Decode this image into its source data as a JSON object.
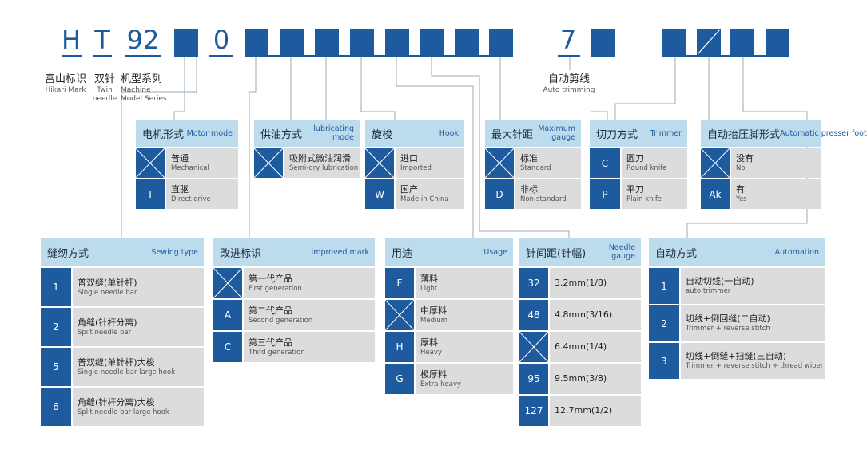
{
  "model_code": {
    "h": "H",
    "t": "T",
    "n92": "92",
    "zero": "0",
    "seven": "7"
  },
  "top_labels": {
    "brand": {
      "zh": "富山标识",
      "en": "Hikari Mark"
    },
    "twin": {
      "zh": "双针",
      "en1": "Twin",
      "en2": "needle"
    },
    "series": {
      "zh": "机型系列",
      "en1": "Machine",
      "en2": "Model Series"
    },
    "auto_trim": {
      "zh": "自动剪线",
      "en": "Auto trimming"
    }
  },
  "boxes": {
    "motor": {
      "zh": "电机形式",
      "en": "Motor mode",
      "rows": [
        {
          "code": "",
          "zh": "普通",
          "en": "Mechanical"
        },
        {
          "code": "T",
          "zh": "直驱",
          "en": "Direct drive"
        }
      ]
    },
    "lube": {
      "zh": "供油方式",
      "en": "lubricating mode",
      "rows": [
        {
          "code": "",
          "zh": "吸附式微油润滑",
          "en": "Semi-dry lubrication"
        }
      ]
    },
    "hook": {
      "zh": "旋梭",
      "en": "Hook",
      "rows": [
        {
          "code": "",
          "zh": "进口",
          "en": "Imported"
        },
        {
          "code": "W",
          "zh": "国产",
          "en": "Made in China"
        }
      ]
    },
    "gauge_max": {
      "zh": "最大针距",
      "en": "Maximum gauge",
      "rows": [
        {
          "code": "",
          "zh": "标准",
          "en": "Standard"
        },
        {
          "code": "D",
          "zh": "非标",
          "en": "Non-standard"
        }
      ]
    },
    "trimmer": {
      "zh": "切刀方式",
      "en": "Trimmer",
      "rows": [
        {
          "code": "C",
          "zh": "圆刀",
          "en": "Round knife"
        },
        {
          "code": "P",
          "zh": "平刀",
          "en": "Plain knife"
        }
      ]
    },
    "lifter": {
      "zh": "自动抬压脚形式",
      "en": "Automatic presser foot lifter",
      "rows": [
        {
          "code": "",
          "zh": "没有",
          "en": "No"
        },
        {
          "code": "Ak",
          "zh": "有",
          "en": "Yes"
        }
      ]
    },
    "sewing": {
      "zh": "缝纫方式",
      "en": "Sewing type",
      "rows": [
        {
          "code": "1",
          "zh": "普双缝(单针杆)",
          "en": "Single needle bar"
        },
        {
          "code": "2",
          "zh": "角缝(针杆分离)",
          "en": "Spilt needle bar"
        },
        {
          "code": "5",
          "zh": "普双缝(单针杆)大梭",
          "en": "Single needle bar large hook"
        },
        {
          "code": "6",
          "zh": "角缝(针杆分离)大梭",
          "en": "Split needle bar large hook"
        }
      ]
    },
    "improved": {
      "zh": "改进标识",
      "en": "Improved mark",
      "rows": [
        {
          "code": "",
          "zh": "第一代产品",
          "en": "First generation"
        },
        {
          "code": "A",
          "zh": "第二代产品",
          "en": "Second generation"
        },
        {
          "code": "C",
          "zh": "第三代产品",
          "en": "Third generation"
        }
      ]
    },
    "usage": {
      "zh": "用途",
      "en": "Usage",
      "rows": [
        {
          "code": "F",
          "zh": "薄料",
          "en": "Light"
        },
        {
          "code": "",
          "zh": "中厚料",
          "en": "Medium"
        },
        {
          "code": "H",
          "zh": "厚料",
          "en": "Heavy"
        },
        {
          "code": "G",
          "zh": "极厚料",
          "en": "Extra heavy"
        }
      ]
    },
    "needle_gauge": {
      "zh": "针间距(针幅)",
      "en": "Needle gauge",
      "rows": [
        {
          "code": "32",
          "zh": "3.2mm(1/8)",
          "en": ""
        },
        {
          "code": "48",
          "zh": "4.8mm(3/16)",
          "en": ""
        },
        {
          "code": "",
          "zh": "6.4mm(1/4)",
          "en": ""
        },
        {
          "code": "95",
          "zh": "9.5mm(3/8)",
          "en": ""
        },
        {
          "code": "127",
          "zh": "12.7mm(1/2)",
          "en": ""
        }
      ]
    },
    "automation": {
      "zh": "自动方式",
      "en": "Automation",
      "rows": [
        {
          "code": "1",
          "zh": "自动切线(一自动)",
          "en": "auto trimmer"
        },
        {
          "code": "2",
          "zh": "切线+倒回缝(二自动)",
          "en": "Trimmer + reverse stitch"
        },
        {
          "code": "3",
          "zh": "切线+倒缝+扫缝(三自动)",
          "en": "Trimmer + reverse stitch + thread wiper"
        }
      ]
    }
  },
  "colors": {
    "accent": "#1d5a9e",
    "header": "#bcdcee",
    "cell": "#dcdcdc",
    "line": "#9aa8b8"
  }
}
